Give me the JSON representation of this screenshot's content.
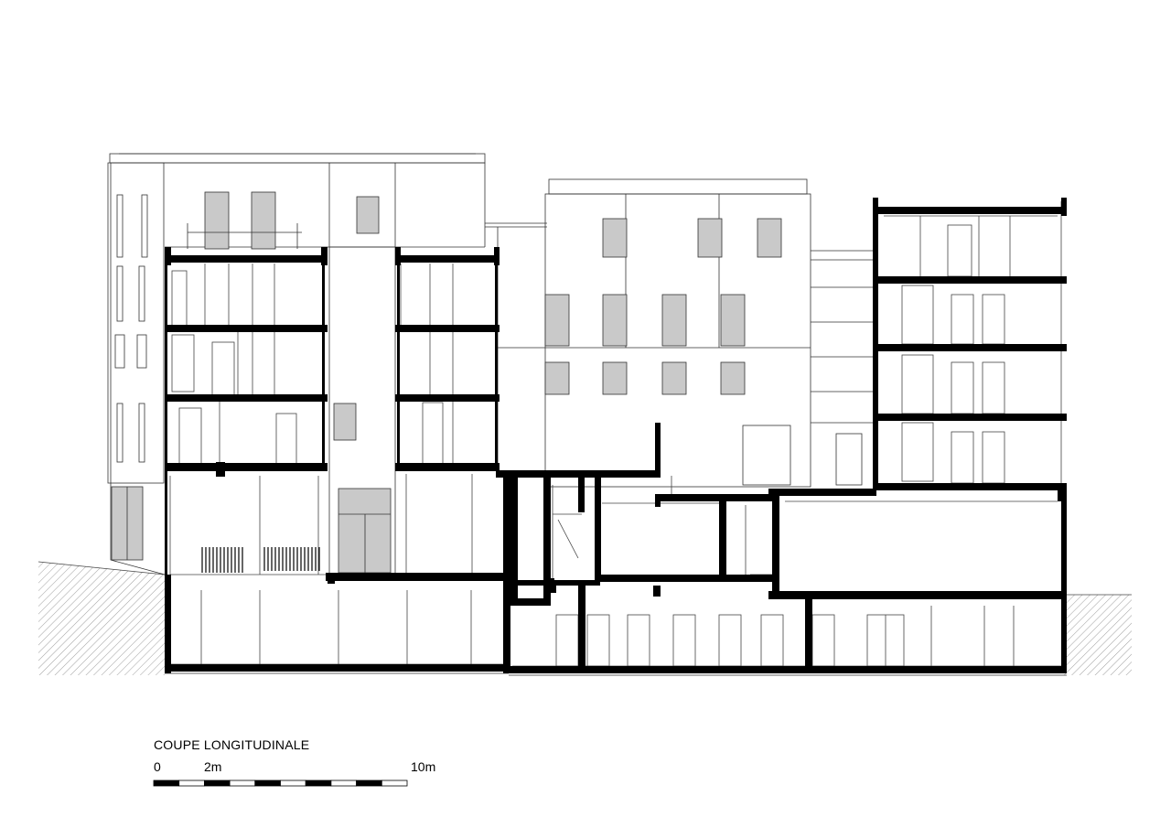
{
  "drawing": {
    "title": "COUPE LONGITUDINALE",
    "scale_bar": {
      "labels": [
        "0",
        "2m",
        "10m"
      ],
      "segments": 10
    }
  }
}
